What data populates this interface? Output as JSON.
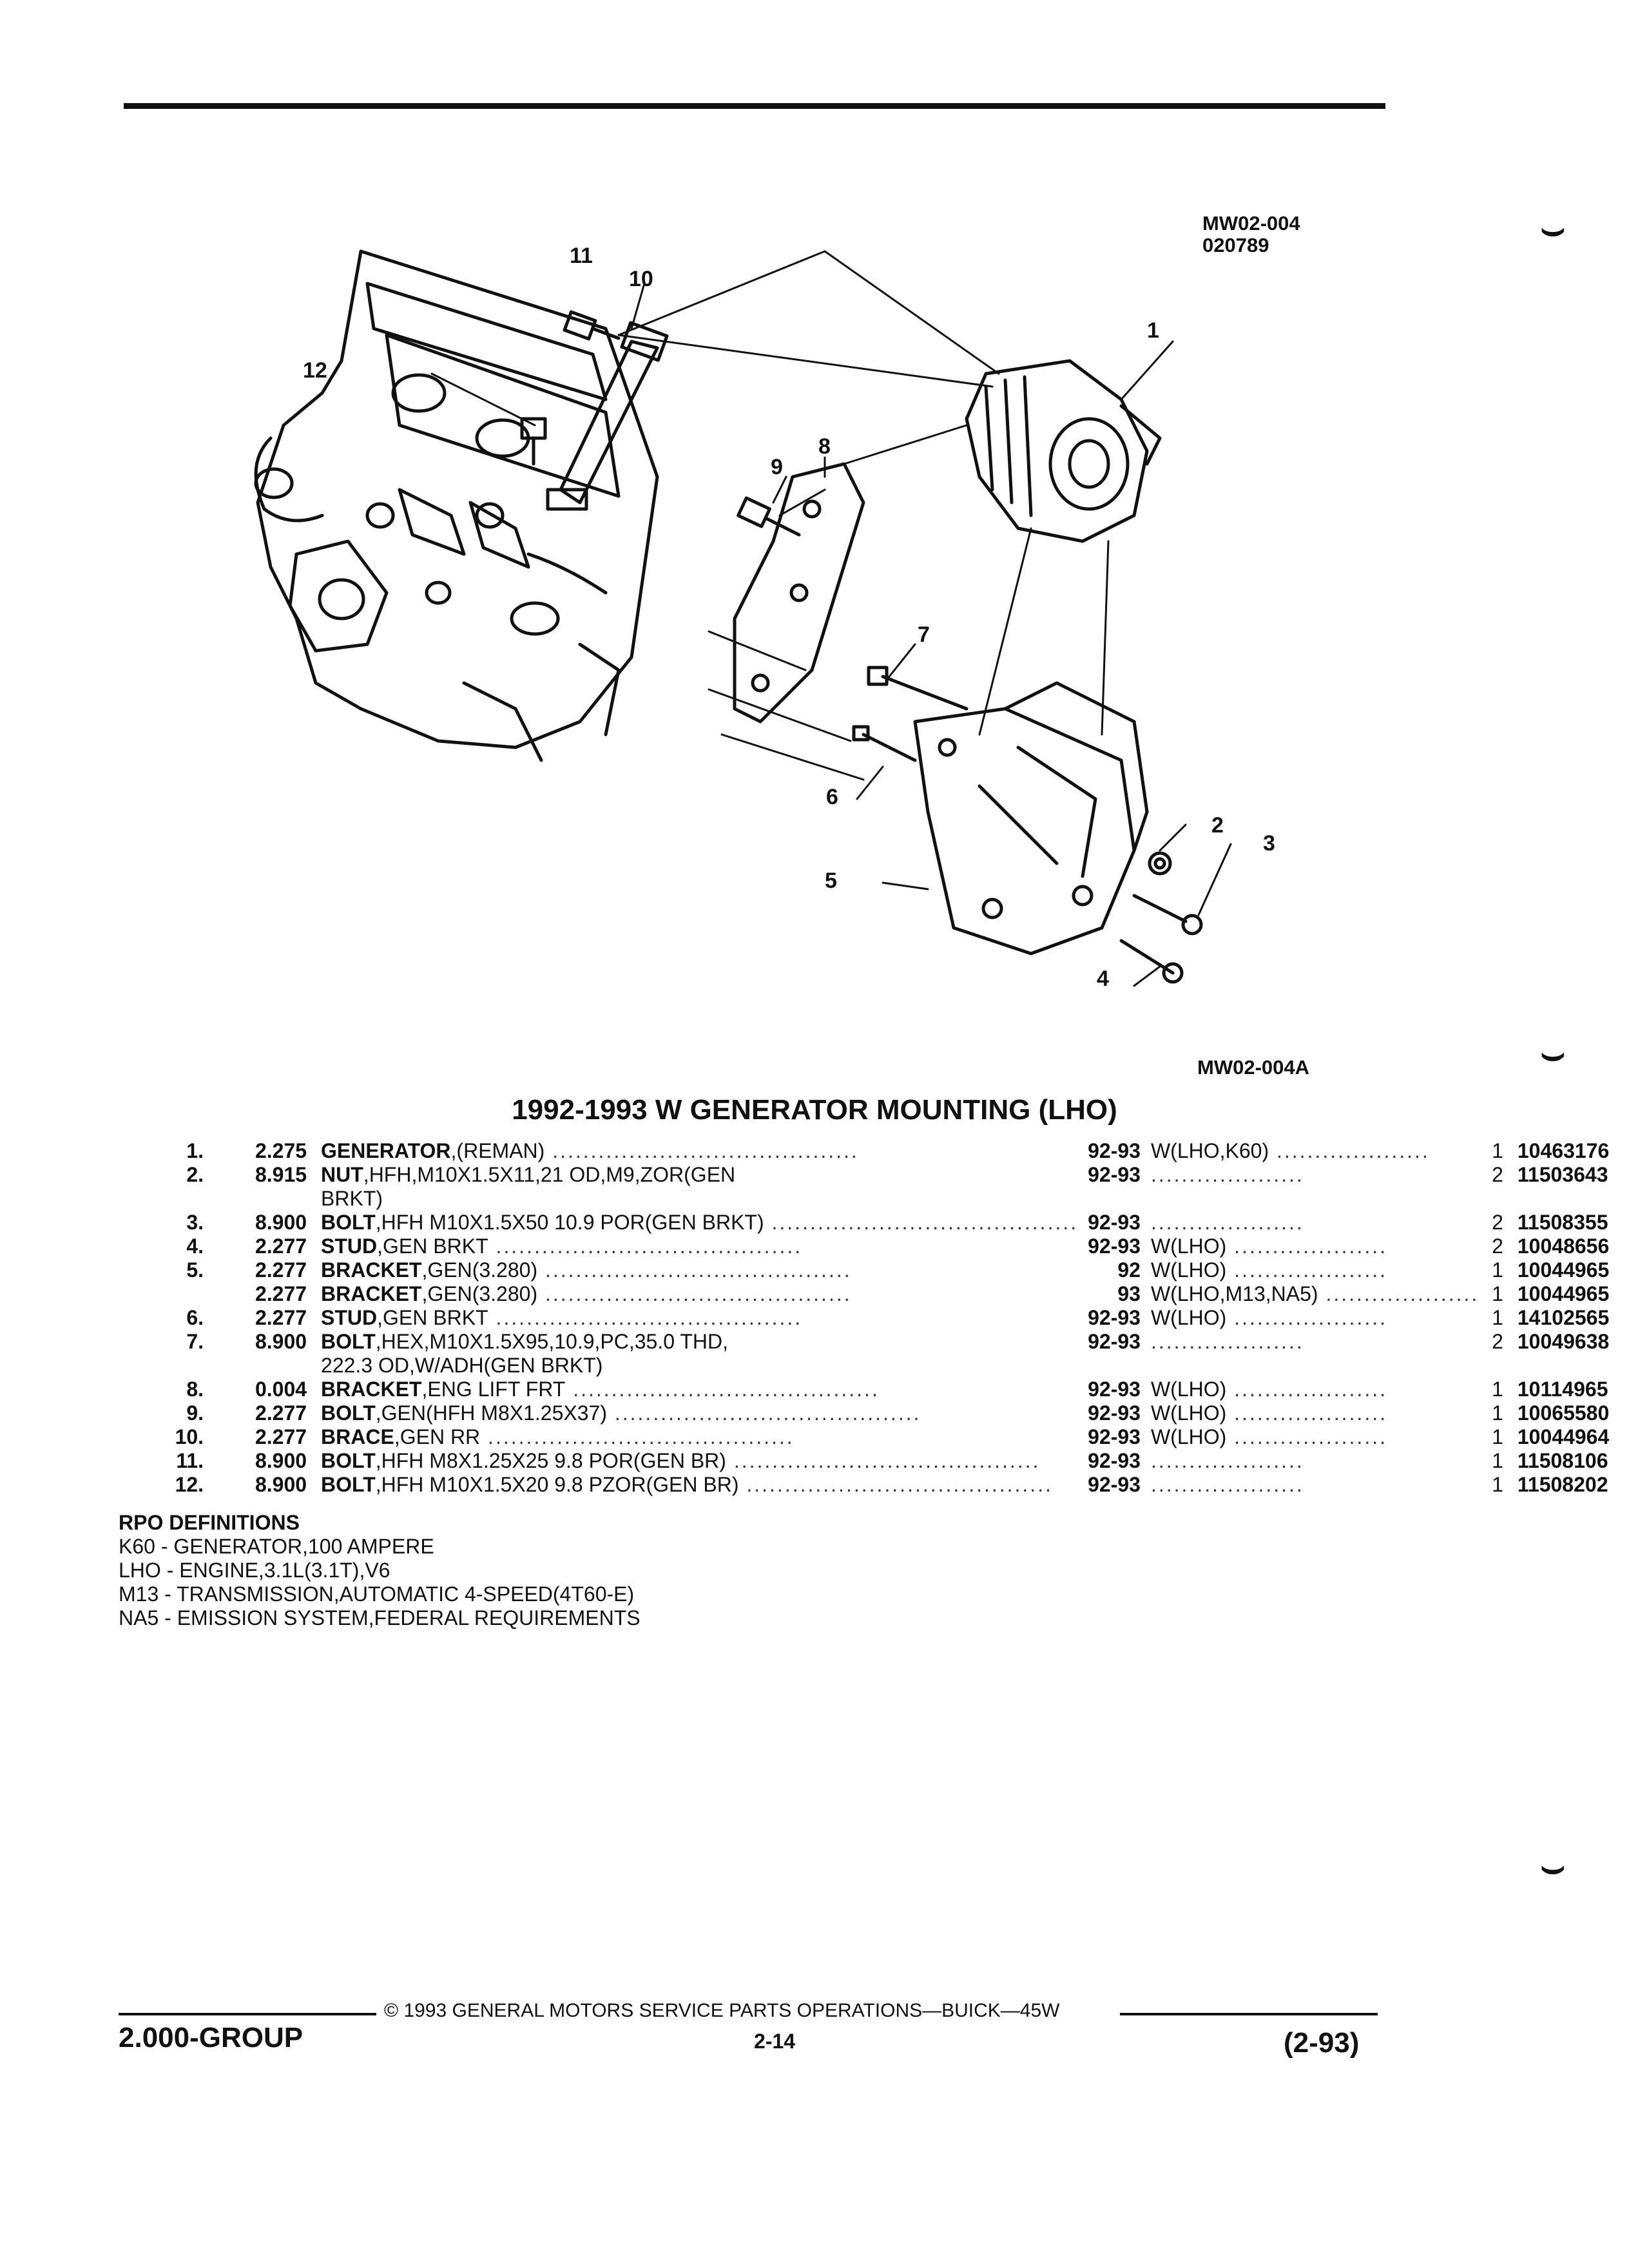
{
  "header": {
    "figure_code_1": "MW02-004",
    "figure_code_2": "020789",
    "figure_code_3": "MW02-004A"
  },
  "callouts": [
    "1",
    "2",
    "3",
    "4",
    "5",
    "6",
    "7",
    "8",
    "9",
    "10",
    "11",
    "12"
  ],
  "title": "1992-1993 W GENERATOR MOUNTING (LHO)",
  "parts": [
    {
      "no": "1.",
      "group": "2.275",
      "name": "GENERATOR",
      "desc": ",(REMAN)",
      "year": "92-93",
      "usage": "W(LHO,K60)",
      "qty": "1",
      "part": "10463176"
    },
    {
      "no": "2.",
      "group": "8.915",
      "name": "NUT",
      "desc": ",HFH,M10X1.5X11,21 OD,M9,ZOR(GEN",
      "desc2": "BRKT)",
      "year": "92-93",
      "usage": "",
      "qty": "2",
      "part": "11503643"
    },
    {
      "no": "3.",
      "group": "8.900",
      "name": "BOLT",
      "desc": ",HFH M10X1.5X50 10.9 POR(GEN BRKT)",
      "year": "92-93",
      "usage": "",
      "qty": "2",
      "part": "11508355"
    },
    {
      "no": "4.",
      "group": "2.277",
      "name": "STUD",
      "desc": ",GEN BRKT",
      "year": "92-93",
      "usage": "W(LHO)",
      "qty": "2",
      "part": "10048656"
    },
    {
      "no": "5.",
      "group": "2.277",
      "name": "BRACKET",
      "desc": ",GEN(3.280)",
      "year": "92",
      "usage": "W(LHO)",
      "qty": "1",
      "part": "10044965"
    },
    {
      "no": "",
      "group": "2.277",
      "name": "BRACKET",
      "desc": ",GEN(3.280)",
      "year": "93",
      "usage": "W(LHO,M13,NA5)",
      "qty": "1",
      "part": "10044965"
    },
    {
      "no": "6.",
      "group": "2.277",
      "name": "STUD",
      "desc": ",GEN BRKT",
      "year": "92-93",
      "usage": "W(LHO)",
      "qty": "1",
      "part": "14102565"
    },
    {
      "no": "7.",
      "group": "8.900",
      "name": "BOLT",
      "desc": ",HEX,M10X1.5X95,10.9,PC,35.0 THD,",
      "desc2": "222.3 OD,W/ADH(GEN BRKT)",
      "year": "92-93",
      "usage": "",
      "qty": "2",
      "part": "10049638"
    },
    {
      "no": "8.",
      "group": "0.004",
      "name": "BRACKET",
      "desc": ",ENG LIFT FRT",
      "year": "92-93",
      "usage": "W(LHO)",
      "qty": "1",
      "part": "10114965"
    },
    {
      "no": "9.",
      "group": "2.277",
      "name": "BOLT",
      "desc": ",GEN(HFH M8X1.25X37)",
      "year": "92-93",
      "usage": "W(LHO)",
      "qty": "1",
      "part": "10065580"
    },
    {
      "no": "10.",
      "group": "2.277",
      "name": "BRACE",
      "desc": ",GEN RR",
      "year": "92-93",
      "usage": "W(LHO)",
      "qty": "1",
      "part": "10044964"
    },
    {
      "no": "11.",
      "group": "8.900",
      "name": "BOLT",
      "desc": ",HFH M8X1.25X25 9.8 POR(GEN BR)",
      "year": "92-93",
      "usage": "",
      "qty": "1",
      "part": "11508106"
    },
    {
      "no": "12.",
      "group": "8.900",
      "name": "BOLT",
      "desc": ",HFH M10X1.5X20 9.8 PZOR(GEN BR)",
      "year": "92-93",
      "usage": "",
      "qty": "1",
      "part": "11508202"
    }
  ],
  "rpo": {
    "heading": "RPO DEFINITIONS",
    "items": [
      "K60 - GENERATOR,100 AMPERE",
      "LHO - ENGINE,3.1L(3.1T),V6",
      "M13 - TRANSMISSION,AUTOMATIC 4-SPEED(4T60-E)",
      "NA5 - EMISSION SYSTEM,FEDERAL REQUIREMENTS"
    ]
  },
  "footer": {
    "copyright": "© 1993 GENERAL MOTORS SERVICE PARTS OPERATIONS—BUICK—45W",
    "group": "2.000-GROUP",
    "page": "2-14",
    "date": "(2-93)"
  }
}
